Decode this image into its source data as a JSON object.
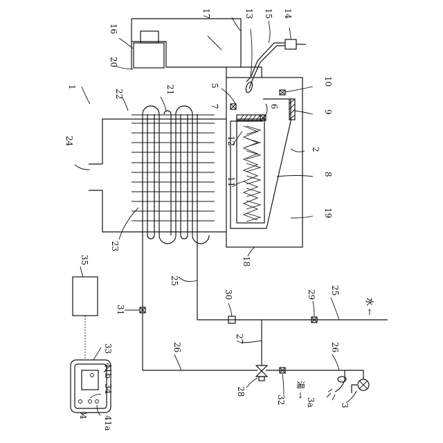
{
  "labels": {
    "l1": "1",
    "l2": "2",
    "l3": "3",
    "l3a": "3a",
    "l4": "4",
    "l5": "5",
    "l6": "6",
    "l7": "7",
    "l8": "8",
    "l9": "9",
    "l10": "10",
    "l11": "11",
    "l12": "12",
    "l13": "13",
    "l14": "14",
    "l15": "15",
    "l16": "16",
    "l17": "17",
    "l18": "18",
    "l19": "19",
    "l20": "20",
    "l21": "21",
    "l22": "22",
    "l23": "23",
    "l24": "24",
    "l25a": "25",
    "l25b": "25",
    "l26a": "26",
    "l26b": "26",
    "l27": "27",
    "l28": "28",
    "l29": "29",
    "l30": "30",
    "l31": "31",
    "l32": "32",
    "l33": "33",
    "l34": "34",
    "l35": "35",
    "l41a": "41a",
    "l41b": "41b"
  },
  "flow_labels": {
    "water": "水",
    "hot_water": "湯"
  },
  "icons": [
    "arrow-icon",
    "valve-icon",
    "faucet-icon",
    "shower-icon",
    "flame-icon"
  ]
}
